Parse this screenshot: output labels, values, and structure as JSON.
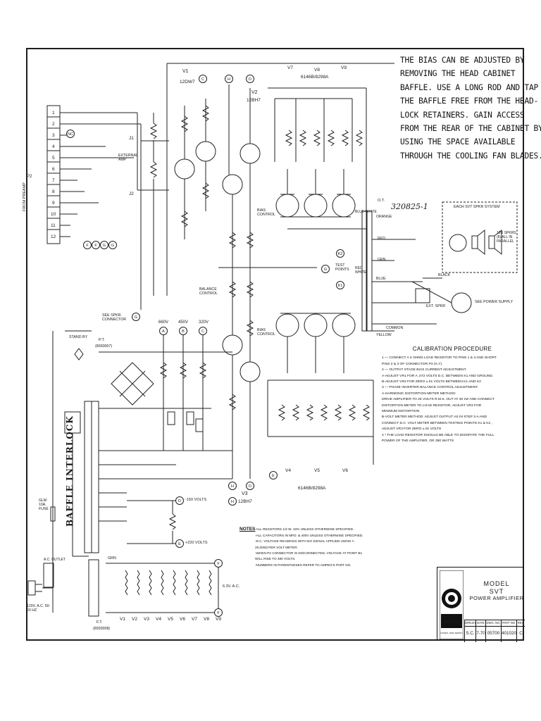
{
  "bias_note": [
    "THE BIAS CAN BE ADJUSTED BY",
    "REMOVING THE HEAD CABINET",
    "BAFFLE.  USE A LONG ROD AND TAP",
    "THE BAFFLE FREE FROM THE HEAD-",
    "LOCK RETAINERS.  GAIN ACCESS",
    "FROM THE REAR OF THE CABINET BY",
    "USING THE SPACE AVAILABLE",
    "THROUGH THE COOLING FAN BLADES."
  ],
  "calibration": {
    "title": "CALIBRATION  PROCEDURE",
    "lines": [
      "1 — CONNECT A 4 OHMS LOAD RESISTOR TO PINS 1 & 4 AND SHORT",
      "      PINS 2 & 3 OF CONNECTOR P3 (X,Y).",
      "2 — OUTPUT STAGE BIAS CURRENT ADJUSTMENT.",
      "   A-ADJUST VR1 FOR A .072 VOLTS D.C. BETWEEN K1 AND GROUND.",
      "   B-ADJUST VR2 FOR ZERO ±.01 VOLTS BETWEEN K1 AND K2",
      "3 — PHASE INVERTER BALANCE CONTROL ADJUSTMENT.",
      "   A-HARMONIC DISTORTION METER METHOD:",
      "      DRIVE AMPLIFIER TO 25 VOLTS R.M.S. OUT AT 40 HZ AND CONNECT",
      "      DISTORTION METER TO LOAD RESISTOR, ADJUST VR3 FOR",
      "      MINIMUM DISTORTION",
      "   B-VOLT METER METHOD: ADJUST OUTPUT AS IN STEP 3-A AND",
      "      CONNECT D.C. VOLT METER BETWEEN TESTING POINTS K1 & K2 ,",
      "      ADJUST VR3 FOR ZERO ±.01 VOLTS",
      "4 * THE LOAD RESISTOR SHOULD BE ABLE TO DISSIPATE THE FULL",
      "      POWER OF THE AMPLIFIER, OR 350 WATTS"
    ]
  },
  "notes": {
    "lead": "NOTES",
    "lines": [
      "-ALL RESISTORS 1/2 W. 10% UNLESS OTHERWISE SPECIFIED.",
      "-ALL CAPACITORS IN MFD. & 400V UNLESS OTHERWISE SPECIFIED.",
      "-D.C. VOLTAGE READINGS WITH NO SIGNAL APPLIED USING A",
      "  20,000Ω PER VOLT METER.",
      "-WHEN P2 CONNECTOR IS DISCONNECTED, VOLTAGE AT POINT B1",
      "  WILL RISE TO 480 VOLTS.",
      "-NUMBERS IN PARENTHESES REFER TO AMPEG'S PART NO."
    ]
  },
  "title_block": {
    "model_label": "MODEL",
    "model": "SVT",
    "description": "POWER AMPLIFIER",
    "brand": "ampeg",
    "address": "LINDEN, NEW JERSEY",
    "headers": [
      "DRN.BY",
      "DATE",
      "DWG. NO.",
      "PART NO.",
      "REV."
    ],
    "values": [
      "S.C.",
      "7-70",
      "05700",
      "401020",
      "C"
    ]
  },
  "labels": {
    "v1": "V1",
    "v1_type": "12DW7",
    "v2": "V2",
    "v2_type": "12BH7",
    "v3": "V3",
    "v3_type": "12BH7",
    "top_tubes": "6146B/8298A",
    "bottom_tubes": "6146B/8298A",
    "v4": "V4",
    "v5": "V5",
    "v6": "V6",
    "v7": "V7",
    "v8": "V8",
    "v9": "V9",
    "from_preamp": "FROM PREAMP",
    "p2": "P2",
    "external_amp": "EXTERNAL AMP",
    "j1": "J1",
    "j2": "J2",
    "bias_control_top": "BIAS CONTROL",
    "bias_control_bottom": "BIAS CONTROL",
    "balance_control": "BALANCE CONTROL",
    "test_points": "TEST POINTS",
    "see_spkr": "SEE SPKR. CONNECTOR",
    "stand_by": "STAND BY",
    "pt": "P.T.",
    "pt_no": "(8930007)",
    "ft": "F.T.",
    "ft_no": "(8930008)",
    "baffle_interlock": "BAFFLE INTERLOCK",
    "fuse": "GLM 10A. FUSE",
    "ac_outlet": "A.C. OUTLET",
    "line_in": "120V. A.C. 50-60 HZ",
    "v660": "660V",
    "v450": "450V",
    "v320": "320V",
    "neg150": "-150 VOLTS",
    "pos220": "+220 VOLTS",
    "ac63": "6.3V. A.C.",
    "heater_row": [
      "V1",
      "V2",
      "V3",
      "V4",
      "V5",
      "V6",
      "V7",
      "V8",
      "V9"
    ],
    "grn": "GRN",
    "each_svt": "EACH SVT SPKR SYSTEM",
    "spkrs": "12Ω SPKRS (8) ALL IN PARALLEL",
    "see_power": "SEE POWER SUPPLY",
    "ext_spkr": "EXT. SPKR",
    "ot": "O.T.",
    "ot_no": "320825-1",
    "black": "BLACK",
    "common": "COMMON",
    "yellow": "YELLOW",
    "orange": "ORANGE",
    "blue_white": "BLUE-WHITE",
    "red": "RED",
    "red_white": "RED WHITE",
    "blue": "BLUE",
    "grn_ot": "GRN"
  }
}
